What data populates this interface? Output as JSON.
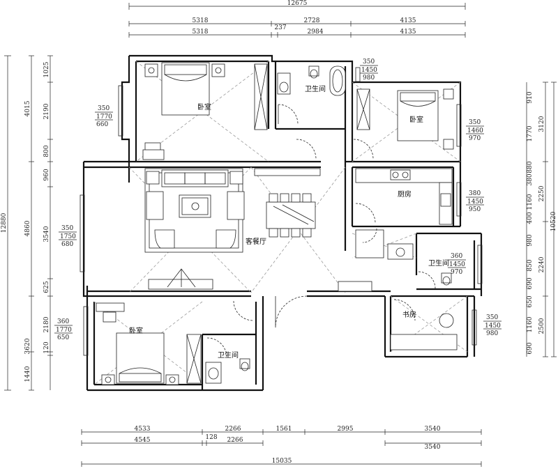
{
  "top_dims": {
    "overall": "12675",
    "row1": [
      "5318",
      "2728",
      "4135"
    ],
    "row2": [
      "5318",
      "237",
      "2984",
      "4135"
    ]
  },
  "bottom_dims": {
    "row1": [
      "4533",
      "2266",
      "1561",
      "2995",
      "3540"
    ],
    "row2": [
      "4545",
      "128",
      "2266",
      "3540"
    ],
    "overall": "15035"
  },
  "left_dims": {
    "overall": "12880",
    "col1": [
      "4015",
      "4860",
      "3620",
      "1440"
    ],
    "col2": [
      "1025",
      "2190",
      "800",
      "960",
      "3540",
      "625",
      "2180",
      "120"
    ]
  },
  "right_dims": {
    "overall": "10520",
    "col1": [
      "3120",
      "2250",
      "2240",
      "2500"
    ],
    "col2": [
      "910",
      "1770",
      "880",
      "380",
      "1160",
      "400",
      "980",
      "850",
      "690",
      "650",
      "1160",
      "690"
    ]
  },
  "windows": [
    {
      "a": "350",
      "b": "1770",
      "c": "660"
    },
    {
      "a": "350",
      "b": "1450",
      "c": "980"
    },
    {
      "a": "350",
      "b": "1460",
      "c": "970"
    },
    {
      "a": "380",
      "b": "1450",
      "c": "950"
    },
    {
      "a": "350",
      "b": "1750",
      "c": "680"
    },
    {
      "a": "360",
      "b": "1450",
      "c": "970"
    },
    {
      "a": "360",
      "b": "1770",
      "c": "650"
    },
    {
      "a": "350",
      "b": "1450",
      "c": "980"
    }
  ],
  "rooms": {
    "master_bedroom": "卧室",
    "bathroom_top": "卫生间",
    "bedroom_ne": "卧室",
    "kitchen": "厨房",
    "living_dining": "客餐厅",
    "bathroom_east": "卫生间",
    "study": "书房",
    "bedroom_sw": "卧室",
    "bathroom_sw": "卫生间"
  }
}
